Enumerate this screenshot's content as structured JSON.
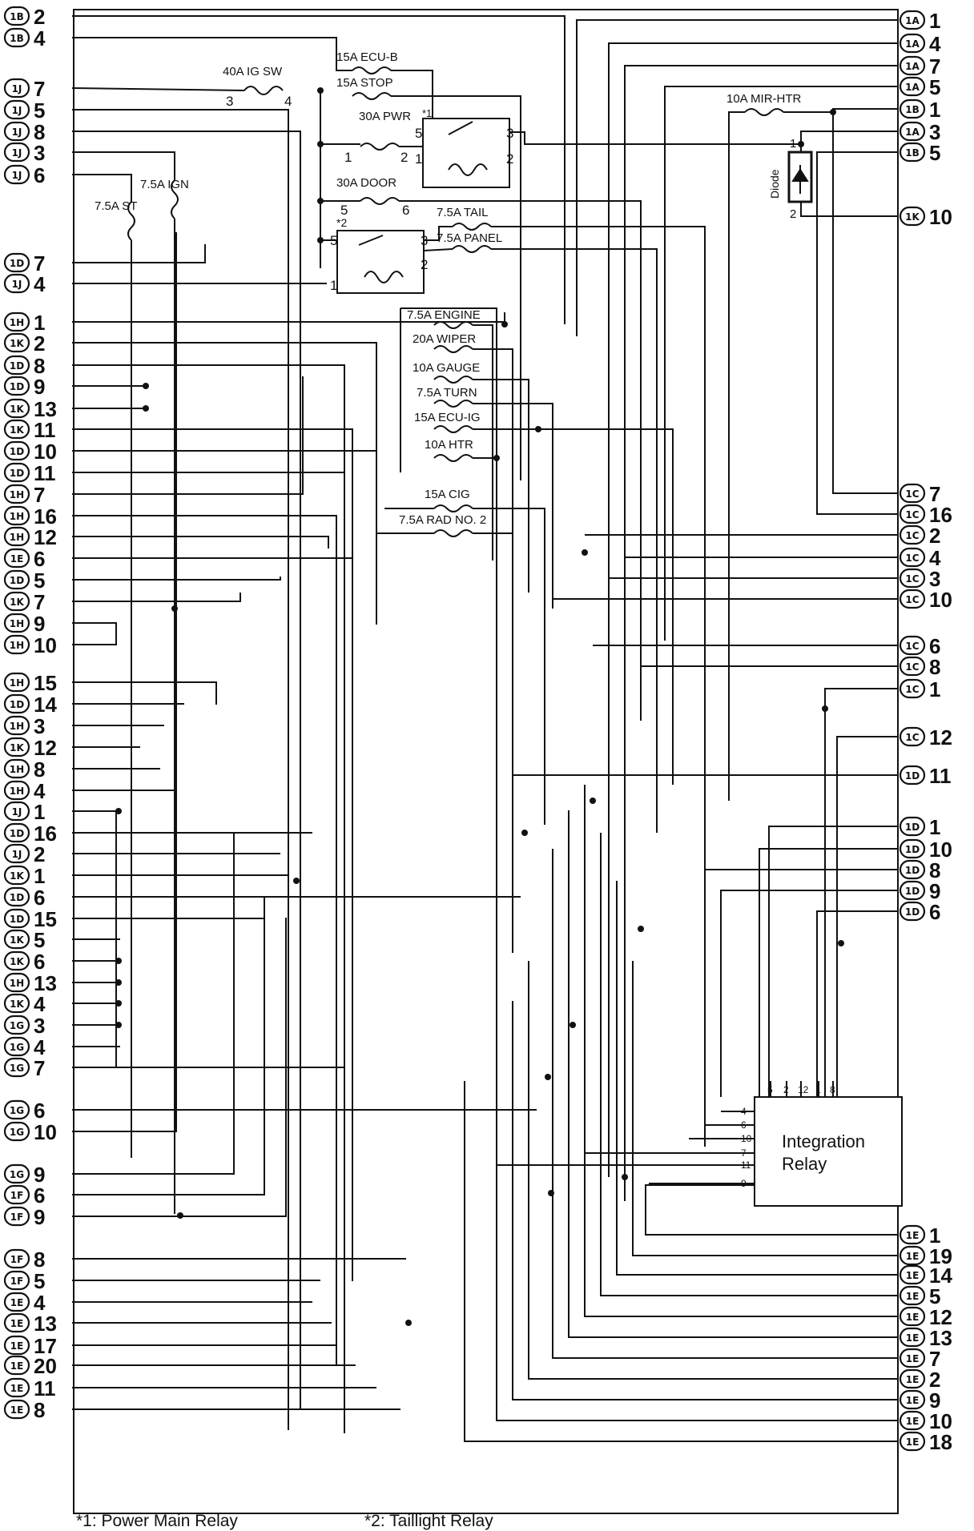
{
  "left_terminals": [
    {
      "c": "1B",
      "n": "2"
    },
    {
      "c": "1B",
      "n": "4"
    },
    {
      "c": "1J",
      "n": "7"
    },
    {
      "c": "1J",
      "n": "5"
    },
    {
      "c": "1J",
      "n": "8"
    },
    {
      "c": "1J",
      "n": "3"
    },
    {
      "c": "1J",
      "n": "6"
    },
    {
      "c": "1D",
      "n": "7"
    },
    {
      "c": "1J",
      "n": "4"
    },
    {
      "c": "1H",
      "n": "1"
    },
    {
      "c": "1K",
      "n": "2"
    },
    {
      "c": "1D",
      "n": "8"
    },
    {
      "c": "1D",
      "n": "9"
    },
    {
      "c": "1K",
      "n": "13"
    },
    {
      "c": "1K",
      "n": "11"
    },
    {
      "c": "1D",
      "n": "10"
    },
    {
      "c": "1D",
      "n": "11"
    },
    {
      "c": "1H",
      "n": "7"
    },
    {
      "c": "1H",
      "n": "16"
    },
    {
      "c": "1H",
      "n": "12"
    },
    {
      "c": "1E",
      "n": "6"
    },
    {
      "c": "1D",
      "n": "5"
    },
    {
      "c": "1K",
      "n": "7"
    },
    {
      "c": "1H",
      "n": "9"
    },
    {
      "c": "1H",
      "n": "10"
    },
    {
      "c": "1H",
      "n": "15"
    },
    {
      "c": "1D",
      "n": "14"
    },
    {
      "c": "1H",
      "n": "3"
    },
    {
      "c": "1K",
      "n": "12"
    },
    {
      "c": "1H",
      "n": "8"
    },
    {
      "c": "1H",
      "n": "4"
    },
    {
      "c": "1J",
      "n": "1"
    },
    {
      "c": "1D",
      "n": "16"
    },
    {
      "c": "1J",
      "n": "2"
    },
    {
      "c": "1K",
      "n": "1"
    },
    {
      "c": "1D",
      "n": "6"
    },
    {
      "c": "1D",
      "n": "15"
    },
    {
      "c": "1K",
      "n": "5"
    },
    {
      "c": "1K",
      "n": "6"
    },
    {
      "c": "1H",
      "n": "13"
    },
    {
      "c": "1K",
      "n": "4"
    },
    {
      "c": "1G",
      "n": "3"
    },
    {
      "c": "1G",
      "n": "4"
    },
    {
      "c": "1G",
      "n": "7"
    },
    {
      "c": "1G",
      "n": "6"
    },
    {
      "c": "1G",
      "n": "10"
    },
    {
      "c": "1G",
      "n": "9"
    },
    {
      "c": "1F",
      "n": "6"
    },
    {
      "c": "1F",
      "n": "9"
    },
    {
      "c": "1F",
      "n": "8"
    },
    {
      "c": "1F",
      "n": "5"
    },
    {
      "c": "1E",
      "n": "4"
    },
    {
      "c": "1E",
      "n": "13"
    },
    {
      "c": "1E",
      "n": "17"
    },
    {
      "c": "1E",
      "n": "20"
    },
    {
      "c": "1E",
      "n": "11"
    },
    {
      "c": "1E",
      "n": "8"
    }
  ],
  "right_terminals": [
    {
      "c": "1A",
      "n": "1"
    },
    {
      "c": "1A",
      "n": "4"
    },
    {
      "c": "1A",
      "n": "7"
    },
    {
      "c": "1A",
      "n": "5"
    },
    {
      "c": "1B",
      "n": "1"
    },
    {
      "c": "1A",
      "n": "3"
    },
    {
      "c": "1B",
      "n": "5"
    },
    {
      "c": "1K",
      "n": "10"
    },
    {
      "c": "1C",
      "n": "7"
    },
    {
      "c": "1C",
      "n": "16"
    },
    {
      "c": "1C",
      "n": "2"
    },
    {
      "c": "1C",
      "n": "4"
    },
    {
      "c": "1C",
      "n": "3"
    },
    {
      "c": "1C",
      "n": "10"
    },
    {
      "c": "1C",
      "n": "6"
    },
    {
      "c": "1C",
      "n": "8"
    },
    {
      "c": "1C",
      "n": "1"
    },
    {
      "c": "1C",
      "n": "12"
    },
    {
      "c": "1D",
      "n": "11"
    },
    {
      "c": "1D",
      "n": "1"
    },
    {
      "c": "1D",
      "n": "10"
    },
    {
      "c": "1D",
      "n": "8"
    },
    {
      "c": "1D",
      "n": "9"
    },
    {
      "c": "1D",
      "n": "6"
    },
    {
      "c": "1E",
      "n": "1"
    },
    {
      "c": "1E",
      "n": "19"
    },
    {
      "c": "1E",
      "n": "14"
    },
    {
      "c": "1E",
      "n": "5"
    },
    {
      "c": "1E",
      "n": "12"
    },
    {
      "c": "1E",
      "n": "13"
    },
    {
      "c": "1E",
      "n": "7"
    },
    {
      "c": "1E",
      "n": "2"
    },
    {
      "c": "1E",
      "n": "9"
    },
    {
      "c": "1E",
      "n": "10"
    },
    {
      "c": "1E",
      "n": "18"
    }
  ],
  "fuses": [
    {
      "label": "40A IG SW"
    },
    {
      "label": "15A ECU-B"
    },
    {
      "label": "15A STOP"
    },
    {
      "label": "30A PWR"
    },
    {
      "label": "30A DOOR"
    },
    {
      "label": "7.5A TAIL"
    },
    {
      "label": "7.5A PANEL"
    },
    {
      "label": "10A MIR-HTR"
    },
    {
      "label": "7.5A IGN"
    },
    {
      "label": "7.5A ST"
    },
    {
      "label": "7.5A ENGINE"
    },
    {
      "label": "20A WIPER"
    },
    {
      "label": "10A GAUGE"
    },
    {
      "label": "7.5A TURN"
    },
    {
      "label": "15A ECU-IG"
    },
    {
      "label": "10A HTR"
    },
    {
      "label": "15A CIG"
    },
    {
      "label": "7.5A RAD NO. 2"
    }
  ],
  "pin_numbers": [
    "3",
    "4",
    "1",
    "2",
    "5",
    "3",
    "1",
    "2",
    "5",
    "6",
    "*2",
    "5",
    "3",
    "1",
    "2",
    "*1",
    "1",
    "2"
  ],
  "diode_label": "Diode",
  "integration_relay": {
    "line1": "Integration",
    "line2": "Relay",
    "top_pins": [
      "5",
      "2",
      "12",
      "1",
      "8"
    ],
    "left_pins": [
      "4",
      "6",
      "10",
      "7",
      "11",
      "9"
    ]
  },
  "footnotes": [
    "*1: Power Main Relay",
    "*2: Taillight Relay"
  ]
}
